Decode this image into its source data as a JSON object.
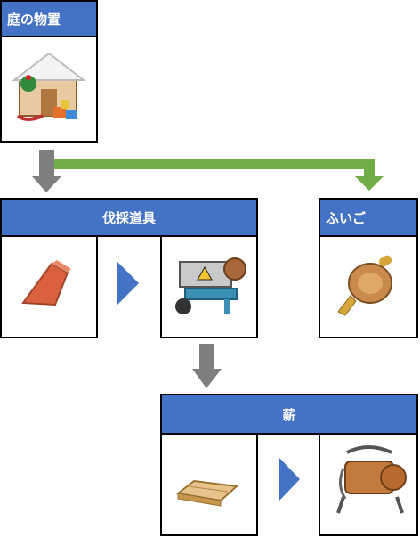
{
  "nodes": {
    "shed": {
      "title": "庭の物置"
    },
    "felling_tools": {
      "title": "伐採道具"
    },
    "bellows": {
      "title": "ふいご"
    },
    "firewood": {
      "title": "薪"
    }
  },
  "colors": {
    "header_blue": "#4472c4",
    "arrow_gray": "#7f7f7f",
    "arrow_green": "#70ad47",
    "chevron_blue": "#4472c4"
  },
  "icons": {
    "shed": "garden-shed-icon",
    "wedge": "wedge-icon",
    "log_splitter": "log-splitter-icon",
    "bellows": "bellows-icon",
    "wood_plank": "wood-plank-icon",
    "log_rack": "log-rack-icon"
  }
}
